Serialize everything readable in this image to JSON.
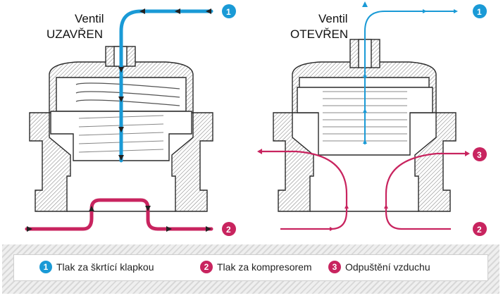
{
  "left_valve": {
    "title_line1": "Ventil",
    "title_line2": "UZAVŘEN"
  },
  "right_valve": {
    "title_line1": "Ventil",
    "title_line2": "OTEVŘEN"
  },
  "badges": {
    "b1": "1",
    "b2": "2",
    "b3": "3"
  },
  "legend": {
    "items": [
      {
        "number": "1",
        "text": "Tlak za škrtící klapkou"
      },
      {
        "number": "2",
        "text": "Tlak za kompresorem"
      },
      {
        "number": "3",
        "text": "Odpuštění vzduchu"
      }
    ]
  },
  "colors": {
    "blue": "#1a9ad6",
    "red": "#c8245f"
  }
}
